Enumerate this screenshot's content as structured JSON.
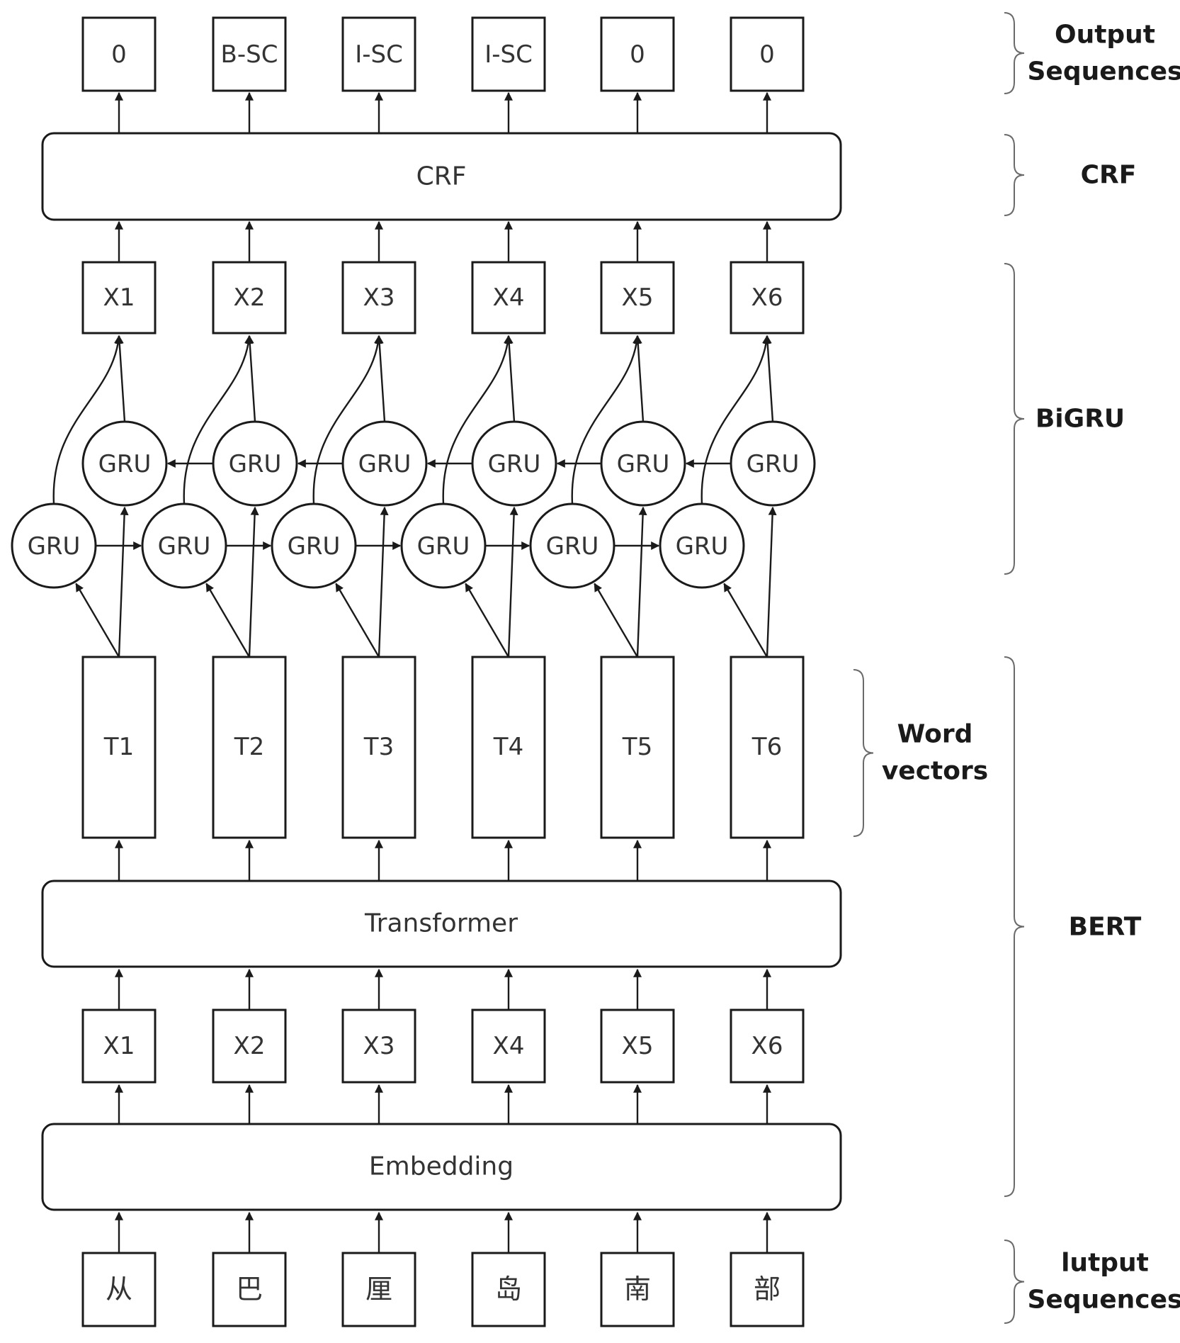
{
  "output_tokens": [
    "0",
    "B-SC",
    "I-SC",
    "I-SC",
    "0",
    "0"
  ],
  "crf_label": "CRF",
  "bigru_outputs": [
    "X1",
    "X2",
    "X3",
    "X4",
    "X5",
    "X6"
  ],
  "gru_label": "GRU",
  "word_vectors": [
    "T1",
    "T2",
    "T3",
    "T4",
    "T5",
    "T6"
  ],
  "transformer_label": "Transformer",
  "embedding_inputs": [
    "X1",
    "X2",
    "X3",
    "X4",
    "X5",
    "X6"
  ],
  "embedding_label": "Embedding",
  "input_tokens": [
    "从",
    "巴",
    "厘",
    "岛",
    "南",
    "部"
  ],
  "side_labels": {
    "output_sequences": [
      "Output",
      "Sequences"
    ],
    "crf": "CRF",
    "bigru": "BiGRU",
    "word_vectors": [
      "Word",
      "vectors"
    ],
    "bert": "BERT",
    "input_sequences": [
      "lutput",
      "Sequences"
    ]
  }
}
